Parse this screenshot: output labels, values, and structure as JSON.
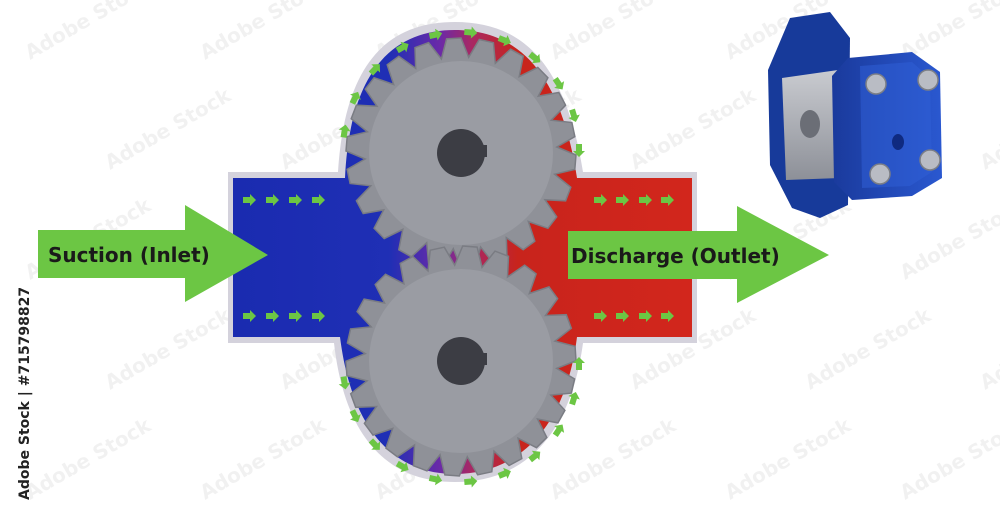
{
  "labels": {
    "inlet": "Suction (Inlet)",
    "outlet": "Discharge (Outlet)"
  },
  "watermark": {
    "brand": "Adobe Stock",
    "stock_id": "Adobe Stock | #715798827"
  },
  "gears": {
    "teeth": 22
  },
  "colors": {
    "suction_side": "#1f2fb5",
    "discharge_side": "#c8241c",
    "transition": "#8a2a9c",
    "arrow_green": "#6cc644",
    "gear_gray": "#8f9198",
    "housing_rim": "#d4d2dc",
    "pump_body_blue": "#1c46b0"
  },
  "icons": {
    "flow_arrow": "right-arrow",
    "gear": "spur-gear",
    "pump_model": "gear-pump-3d"
  }
}
